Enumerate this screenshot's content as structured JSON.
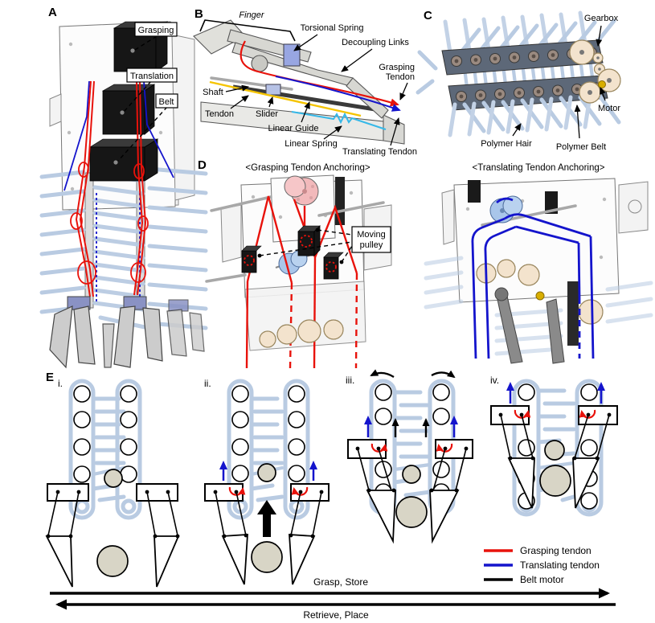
{
  "panel_letters": {
    "a": "A",
    "b": "B",
    "c": "C",
    "d": "D",
    "e": "E"
  },
  "panel_a": {
    "boxed_labels": {
      "grasping": "Grasping",
      "translation": "Translation",
      "belt": "Belt"
    }
  },
  "panel_b": {
    "labels": {
      "finger": "Finger",
      "torsional_spring": "Torsional Spring",
      "decoupling_links": "Decoupling Links",
      "grasping_tendon_lines": [
        "Grasping",
        "Tendon"
      ],
      "shaft": "Shaft",
      "tendon": "Tendon",
      "slider": "Slider",
      "linear_guide": "Linear Guide",
      "linear_spring": "Linear Spring",
      "translating_tendon": "Translating Tendon"
    }
  },
  "panel_c": {
    "labels": {
      "gearbox": "Gearbox",
      "motor": "Motor",
      "polymer_hair": "Polymer Hair",
      "polymer_belt": "Polymer Belt"
    }
  },
  "panel_d": {
    "grasping_anchoring_title": "<Grasping Tendon Anchoring>",
    "translating_anchoring_title": "<Translating Tendon Anchoring>",
    "moving_pulley_label_lines": [
      "Moving",
      "pulley"
    ]
  },
  "panel_e": {
    "step_labels": [
      "i.",
      "ii.",
      "iii.",
      "iv."
    ],
    "legend": [
      {
        "label": "Grasping tendon",
        "color": "#e8120b"
      },
      {
        "label": "Translating tendon",
        "color": "#1414cc"
      },
      {
        "label": "Belt motor",
        "color": "#000000"
      }
    ],
    "forward_arrow_label": "Grasp, Store",
    "backward_arrow_label": "Retrieve, Place"
  },
  "colors": {
    "grasping_tendon": "#e8120b",
    "translating_tendon": "#1414cc",
    "belt_motor": "#000000",
    "polymer_hair": "#b9cbe2",
    "object_fill": "#d8d5c6",
    "gear_fill": "#f3e3cd",
    "spool_pink": "#f2b9bb",
    "pulley_blue": "#a9c6ea"
  }
}
